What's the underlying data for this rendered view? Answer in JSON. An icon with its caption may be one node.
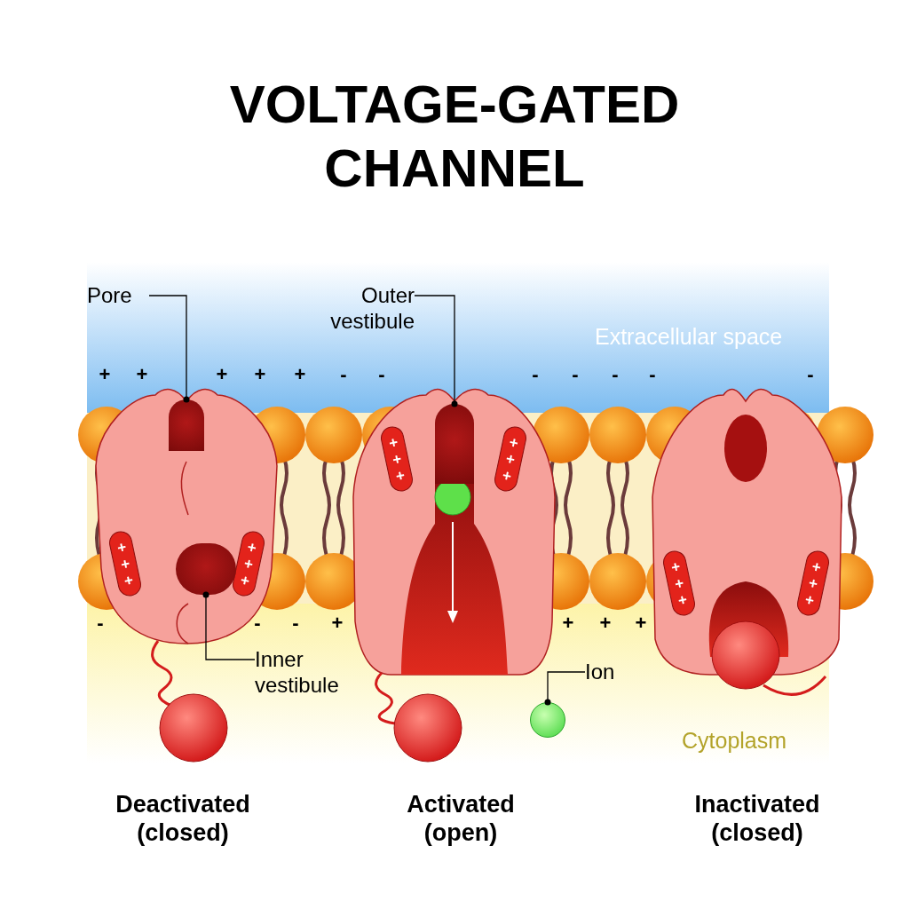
{
  "diagram": {
    "title": "VOLTAGE-GATED CHANNEL",
    "nodes": [
      {
        "text": [
          "Pore"
        ]
      },
      {
        "text": [
          "Outer vestibule"
        ]
      },
      {
        "text": [],
        "shape": "cavity"
      },
      {
        "text": [],
        "shape": "cavity"
      },
      {
        "text": [
          "+ + +"
        ]
      },
      {
        "text": [
          "+ + +"
        ]
      },
      {
        "text": [
          "+ + +"
        ]
      },
      {
        "text": [
          "+ + +"
        ]
      },
      {
        "text": [
          "+ + +"
        ]
      },
      {
        "text": [
          "+ + +"
        ]
      },
      {
        "text": [],
        "shape": "cavity"
      },
      {
        "text": [
          "Inner vestibule"
        ]
      },
      {
        "text": [
          "Ion"
        ]
      },
      {
        "text": [],
        "shape": "circle"
      }
    ],
    "edges": [
      {
        "from": 0,
        "to": 2,
        "arrow": "other"
      },
      {
        "from": 1,
        "to": 3,
        "arrow": "other"
      },
      {
        "from": 11,
        "to": 10,
        "arrow": "other"
      },
      {
        "from": 12,
        "to": 13,
        "arrow": "other"
      }
    ],
    "labels": [
      "Extracellular space",
      "+",
      "+",
      "+",
      "+",
      "+",
      "-",
      "-",
      "-",
      "-",
      "-",
      "-",
      "-",
      "-",
      "-",
      "-",
      "+",
      "+",
      "+",
      "+",
      "Cytoplasm",
      "Deactivated (closed)",
      "Activated (open)",
      "Inactivated (closed)"
    ]
  }
}
